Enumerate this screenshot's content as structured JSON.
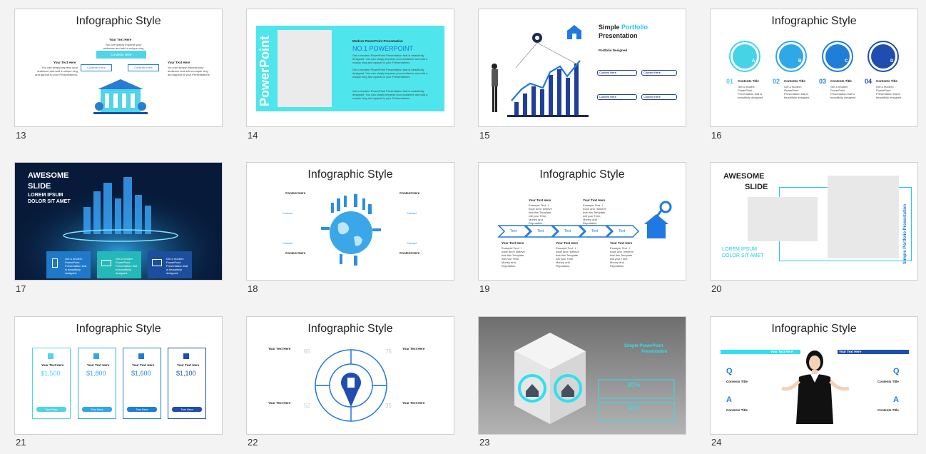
{
  "slides": [
    {
      "num": "13",
      "title": "Infographic Style",
      "header": "Your Text Here",
      "center": "Contents Here",
      "label": "Contents Here",
      "label2": "Contents Here",
      "side": "Your Text Here",
      "body": "You can simply impress your audience and add a unique zing and appeal to your Presentations."
    },
    {
      "num": "14",
      "vertical": "PowerPoint",
      "small": "Modern PowerPoint Presentation",
      "big": "NO.1 POWERPOINT",
      "body": "Get a modern PowerPoint Presentation that is beautifully designed. You can simply impress your audience and add a unique zing and appeal to your Presentations."
    },
    {
      "num": "15",
      "title1": "Simple",
      "title2": "Portfolio",
      "title3": "Presentation",
      "sub": "Portfolio Designed",
      "c1": "Content Here",
      "c2": "Content Here",
      "c3": "Content Here",
      "c4": "Content Here"
    },
    {
      "num": "16",
      "title": "Infographic Style",
      "letters": [
        "A",
        "B",
        "C",
        "D"
      ],
      "nums": [
        "01",
        "02",
        "03",
        "04"
      ],
      "ctitle": "Contents Title",
      "body": "Get a modern PowerPoint Presentation that is beautifully designed."
    },
    {
      "num": "17",
      "h1": "AWESOME",
      "h2": "SLIDE",
      "h3": "LOREM IPSUM",
      "h4": "DOLOR SIT AMET",
      "box": "Get a modern PowerPoint Presentation that is beautifully designed."
    },
    {
      "num": "18",
      "title": "Infographic Style",
      "content": "Content Here",
      "contact": "Contact"
    },
    {
      "num": "19",
      "title": "Infographic Style",
      "arrow": "Text",
      "etitle": "Your Text Here",
      "example": "Example Text : I hope and I believe that this Template will your Time, Money and Reputation."
    },
    {
      "num": "20",
      "h1": "AWESOME",
      "h2": "SLIDE",
      "lorem": "LOREM IPSUM",
      "dolor": "DOLOR SIT AMET",
      "vertical": "Simple Portfolio Presentation"
    },
    {
      "num": "21",
      "title": "Infographic Style",
      "head": "Your Text Here",
      "prices": [
        "$1,500",
        "$1,800",
        "$1,600",
        "$1,100"
      ],
      "btn": "Text Here"
    },
    {
      "num": "22",
      "title": "Infographic Style",
      "head": "Your Text Here",
      "n": [
        "65",
        "75",
        "52",
        "35"
      ]
    },
    {
      "num": "23",
      "t1": "Simple PowerPoint",
      "t2": "Presentation",
      "p1": "30%",
      "p2": "30%"
    },
    {
      "num": "24",
      "title": "Infographic Style",
      "head": "Your Text Here",
      "q": "Q",
      "a": "A",
      "ct": "Contents Title"
    }
  ]
}
